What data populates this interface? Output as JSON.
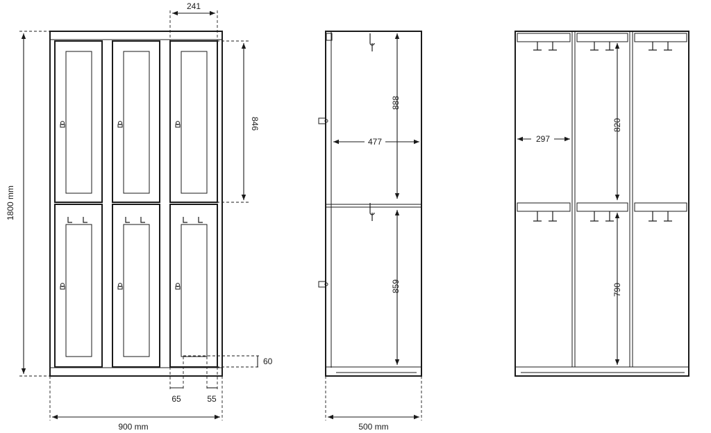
{
  "front_view": {
    "height_label": "1800 mm",
    "width_label": "900 mm",
    "door_width_label": "241",
    "window_height_label": "846",
    "plinth_label": "60",
    "left_gap_label": "65",
    "right_gap_label": "55"
  },
  "side_view": {
    "depth_label": "500 mm",
    "upper_height_label": "888",
    "lower_height_label": "859",
    "inner_depth_label": "477"
  },
  "inner_view": {
    "compartment_width_label": "297",
    "upper_height_label": "820",
    "lower_height_label": "790"
  }
}
